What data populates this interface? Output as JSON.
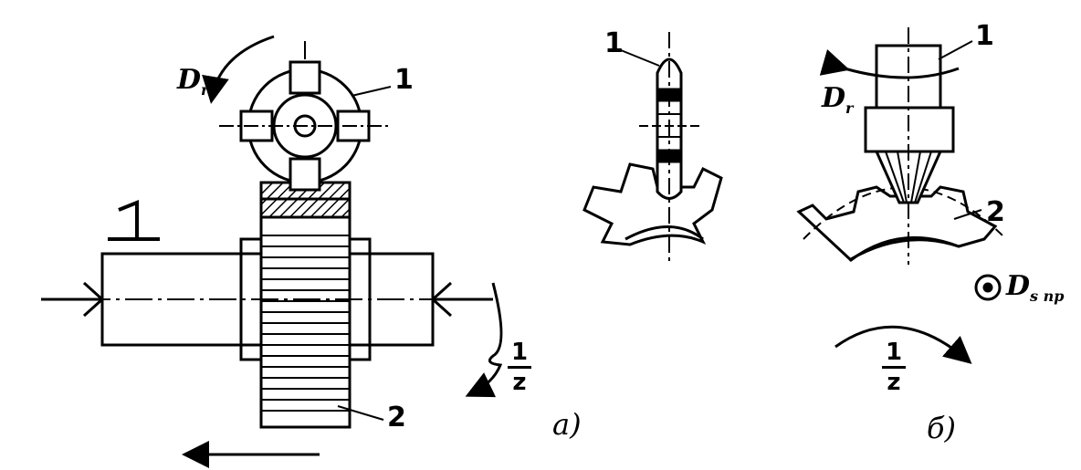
{
  "labels": {
    "a_cutter": "1",
    "a_gear": "2",
    "mid_cutter": "1",
    "b_cutter": "1",
    "b_gear": "2",
    "D_letter": "D",
    "D_sub_r": "r",
    "D_sub_sfp": "s пр",
    "frac_num": "1",
    "frac_den": "z",
    "caption_a": "а)",
    "caption_b": "б)",
    "one_mark": "1"
  },
  "colors": {
    "ink": "#000000",
    "paper": "#ffffff"
  },
  "icons": [
    "rotation-arrow-icon",
    "feed-arrow-icon",
    "center-point-icon",
    "motion-out-of-plane-icon"
  ]
}
